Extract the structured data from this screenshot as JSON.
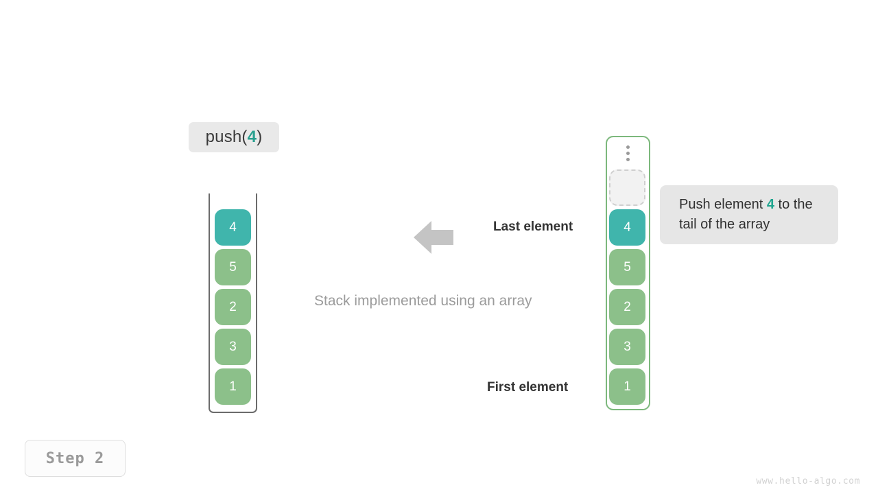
{
  "operation": {
    "prefix": "push(",
    "value": "4",
    "suffix": ")"
  },
  "stack": {
    "title": "Stack implemented using an array",
    "cells": [
      {
        "value": "4",
        "state": "highlight"
      },
      {
        "value": "5",
        "state": "normal"
      },
      {
        "value": "2",
        "state": "normal"
      },
      {
        "value": "3",
        "state": "normal"
      },
      {
        "value": "1",
        "state": "normal"
      }
    ]
  },
  "array": {
    "ellipsis_icon": "vertical-dots-icon",
    "empty_slot": "",
    "cells": [
      {
        "value": "4",
        "state": "highlight"
      },
      {
        "value": "5",
        "state": "normal"
      },
      {
        "value": "2",
        "state": "normal"
      },
      {
        "value": "3",
        "state": "normal"
      },
      {
        "value": "1",
        "state": "normal"
      }
    ]
  },
  "annotations": {
    "last_element": "Last element",
    "first_element": "First element",
    "arrow_icon": "arrow-left-icon"
  },
  "tooltip": {
    "text_before": "Push element ",
    "accent": "4",
    "text_after": " to the tail of the array"
  },
  "step": {
    "label": "Step 2"
  },
  "watermark": {
    "text": "www.hello-algo.com"
  },
  "colors": {
    "highlight": "#40b5ac",
    "normal": "#8cc08a",
    "accent_text": "#29a08f",
    "array_border": "#7cb87c",
    "stack_border": "#6b6b6b",
    "arrow": "#c4c4c4",
    "chip_bg": "#e9e9e9",
    "tooltip_bg": "#e6e6e6"
  }
}
